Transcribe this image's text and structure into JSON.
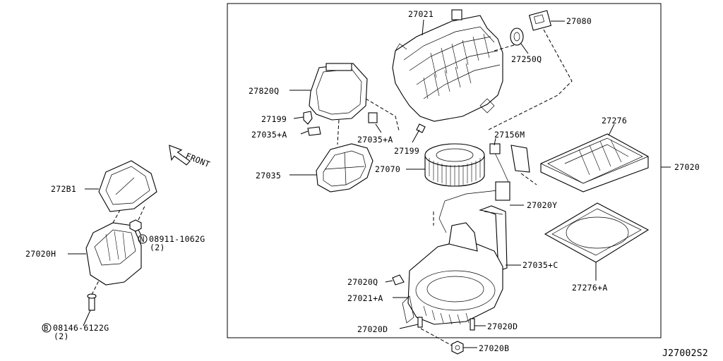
{
  "diagram_code": "J27002S2",
  "direction_label": "FRONT",
  "callouts": {
    "c27021": "27021",
    "c27080": "27080",
    "c27250Q": "27250Q",
    "c27820Q": "27820Q",
    "c27199a": "27199",
    "c27035A_left": "27035+A",
    "c27035A_mid": "27035+A",
    "c27199b": "27199",
    "c27035": "27035",
    "c27070": "27070",
    "c27156M": "27156M",
    "c27276": "27276",
    "c27020": "27020",
    "c27020Y": "27020Y",
    "c27035C": "27035+C",
    "c27276A": "27276+A",
    "c27020Q": "27020Q",
    "c27021A": "27021+A",
    "c27020D_left": "27020D",
    "c27020D_right": "27020D",
    "c27020B": "27020B",
    "c272B1": "272B1",
    "c27020H": "27020H",
    "nut_symbol": "N",
    "nut_part": "08911-1062G",
    "nut_qty": "(2)",
    "bolt_symbol": "B",
    "bolt_part": "08146-6122G",
    "bolt_qty": "(2)"
  }
}
